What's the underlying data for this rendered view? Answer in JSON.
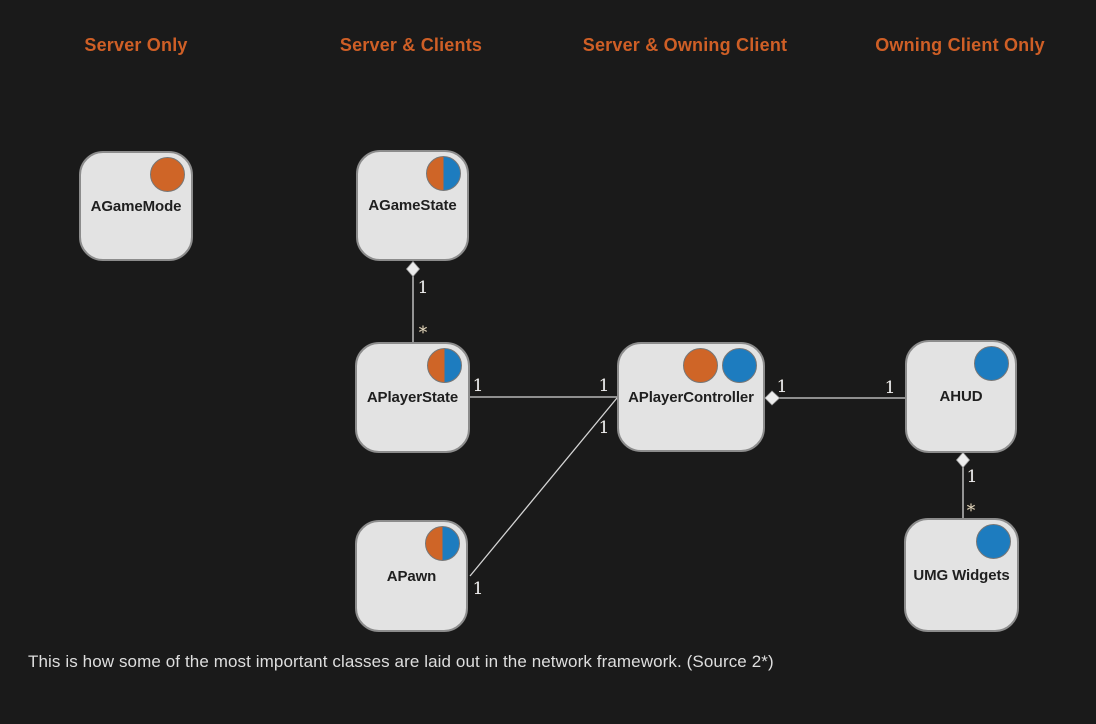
{
  "headers": [
    {
      "label": "Server Only"
    },
    {
      "label": "Server & Clients"
    },
    {
      "label": "Server & Owning Client"
    },
    {
      "label": "Owning Client Only"
    }
  ],
  "nodes": {
    "agamemode": {
      "label": "AGameMode",
      "column": "Server Only",
      "role_circle": "server-orange"
    },
    "agamestate": {
      "label": "AGameState",
      "column": "Server & Clients",
      "role_circle": "server-client-split"
    },
    "aplayerstate": {
      "label": "APlayerState",
      "column": "Server & Clients",
      "role_circle": "server-client-split"
    },
    "apawn": {
      "label": "APawn",
      "column": "Server & Clients",
      "role_circle": "server-client-split"
    },
    "aplayercontroller": {
      "label": "APlayerController",
      "column": "Server & Owning Client",
      "role_circle": "server-orange + client-blue"
    },
    "ahud": {
      "label": "AHUD",
      "column": "Owning Client Only",
      "role_circle": "client-blue"
    },
    "umgwidgets": {
      "label": "UMG Widgets",
      "column": "Owning Client Only",
      "role_circle": "client-blue"
    }
  },
  "edges": {
    "gamestate_playerstate": {
      "from": "AGameState",
      "to": "APlayerState",
      "from_label": "1",
      "to_label": "*",
      "diamond": "from-end"
    },
    "playerstate_controller": {
      "from": "APlayerState",
      "to": "APlayerController",
      "from_label": "1",
      "to_label": "1",
      "diamond": "none"
    },
    "pawn_controller": {
      "from": "APawn",
      "to": "APlayerController",
      "from_label": "1",
      "to_label": "1",
      "diamond": "none"
    },
    "controller_ahud": {
      "from": "APlayerController",
      "to": "AHUD",
      "from_label": "1",
      "to_label": "1",
      "diamond": "from-end"
    },
    "ahud_umg": {
      "from": "AHUD",
      "to": "UMG Widgets",
      "from_label": "1",
      "to_label": "*",
      "diamond": "from-end"
    }
  },
  "caption": "This is how some of the most important classes are laid out in the network framework. (Source 2*)",
  "colors": {
    "background": "#1a1a1a",
    "header_text": "#cf5f26",
    "node_fill": "#e3e3e3",
    "node_border": "#8c8c8c",
    "node_text": "#1f1f1f",
    "server_orange": "#cf6527",
    "client_blue": "#1d7cbf",
    "connector": "#d5d5d5",
    "caption_text": "#dedede"
  }
}
